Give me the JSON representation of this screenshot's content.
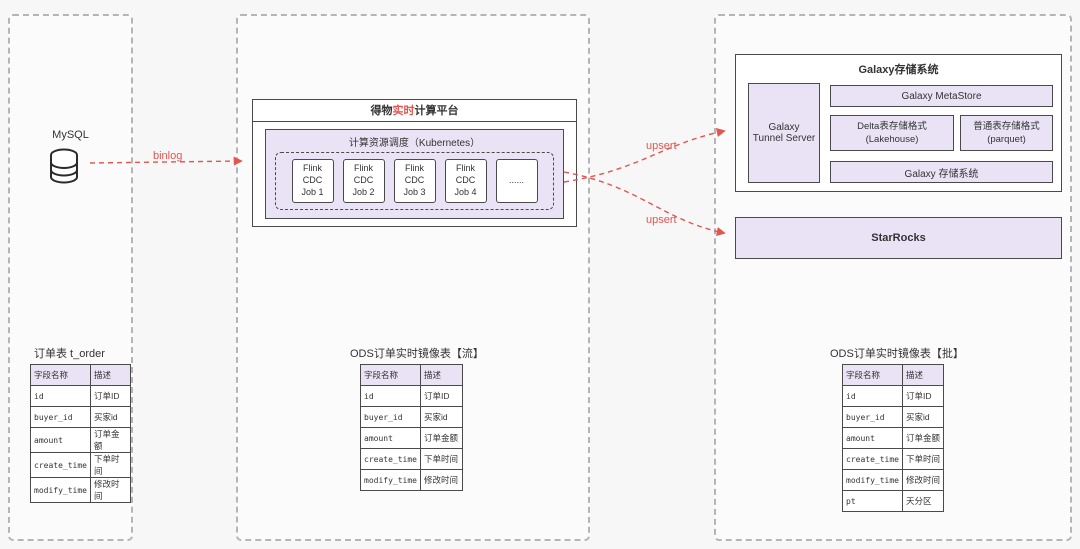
{
  "colors": {
    "accent_red": "#e25550",
    "purple": "#eae3f5"
  },
  "left": {
    "db_label": "MySQL",
    "table_title": "订单表 t_order",
    "table": {
      "headers": [
        "字段名称",
        "描述"
      ],
      "rows": [
        [
          "id",
          "订单ID"
        ],
        [
          "buyer_id",
          "买家id"
        ],
        [
          "amount",
          "订单金额"
        ],
        [
          "create_time",
          "下单时间"
        ],
        [
          "modify_time",
          "修改时间"
        ]
      ]
    }
  },
  "middle": {
    "platform_title": {
      "prefix": "得物",
      "highlight": "实时",
      "suffix": "计算平台"
    },
    "scheduler_title": "计算资源调度（Kubernetes）",
    "jobs": [
      "Flink\nCDC\nJob 1",
      "Flink\nCDC\nJob 2",
      "Flink\nCDC\nJob 3",
      "Flink\nCDC\nJob 4",
      "......"
    ],
    "table_title": "ODS订单实时镜像表【流】",
    "table": {
      "headers": [
        "字段名称",
        "描述"
      ],
      "rows": [
        [
          "id",
          "订单ID"
        ],
        [
          "buyer_id",
          "买家id"
        ],
        [
          "amount",
          "订单金额"
        ],
        [
          "create_time",
          "下单时间"
        ],
        [
          "modify_time",
          "修改时间"
        ]
      ]
    }
  },
  "right": {
    "galaxy_title": "Galaxy存储系统",
    "tunnel_server": "Galaxy\nTunnel Server",
    "metastore": "Galaxy MetaStore",
    "delta_format": "Delta表存储格式\n(Lakehouse)",
    "parquet_format": "普通表存储格式\n(parquet)",
    "galaxy_storage": "Galaxy 存储系统",
    "starrocks": "StarRocks",
    "table_title": "ODS订单实时镜像表【批】",
    "table": {
      "headers": [
        "字段名称",
        "描述"
      ],
      "rows": [
        [
          "id",
          "订单ID"
        ],
        [
          "buyer_id",
          "买家id"
        ],
        [
          "amount",
          "订单金额"
        ],
        [
          "create_time",
          "下单时间"
        ],
        [
          "modify_time",
          "修改时间"
        ],
        [
          "pt",
          "天分区"
        ]
      ]
    }
  },
  "arrows": {
    "binlog_label": "binlog",
    "upsert_top_label": "upsert",
    "upsert_bottom_label": "upsert"
  }
}
